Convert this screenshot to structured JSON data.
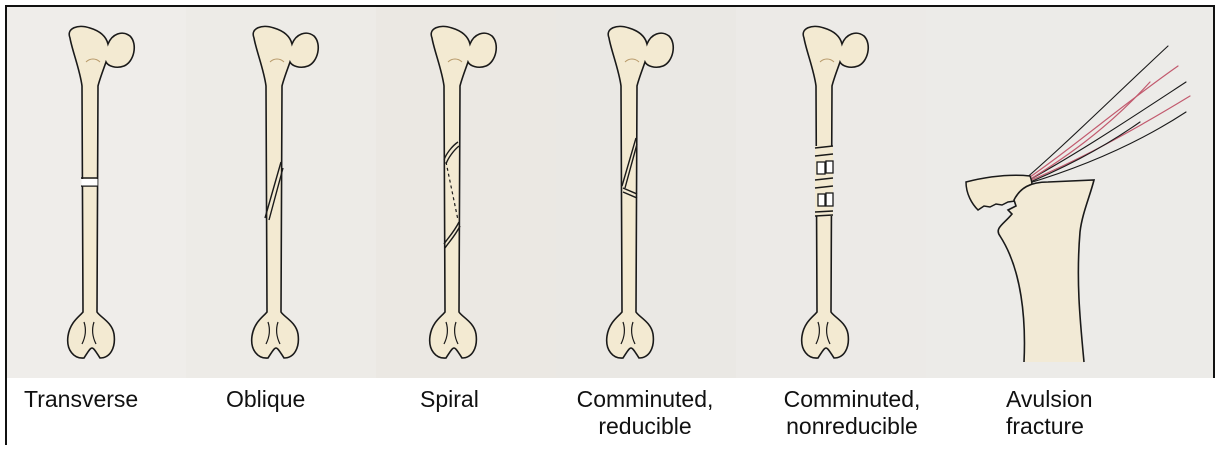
{
  "panels": [
    {
      "id": "transverse",
      "label_lines": [
        "Transverse"
      ]
    },
    {
      "id": "oblique",
      "label_lines": [
        "Oblique"
      ]
    },
    {
      "id": "spiral",
      "label_lines": [
        "Spiral"
      ]
    },
    {
      "id": "comminuted-reducible",
      "label_lines": [
        "Comminuted,",
        "reducible"
      ]
    },
    {
      "id": "comminuted-nonreducible",
      "label_lines": [
        "Comminuted,",
        "nonreducible"
      ]
    },
    {
      "id": "avulsion",
      "label_lines": [
        "Avulsion",
        "fracture"
      ]
    }
  ],
  "colors": {
    "bone_fill": "#f3ead2",
    "bone_outline": "#1a1a1a",
    "paper_background": "#eeebe6",
    "muscle_red": "#c25a6e",
    "frame_border": "#111111",
    "label_text": "#111111"
  }
}
